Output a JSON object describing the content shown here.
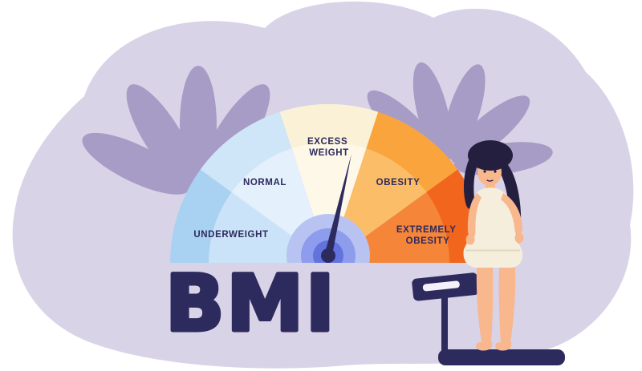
{
  "title": {
    "text": "BMI"
  },
  "gauge": {
    "segments": [
      {
        "label": "UNDERWEIGHT",
        "line1": "UNDERWEIGHT",
        "outer_color": "#a9d1f1",
        "inner_color": "#cbe3f8"
      },
      {
        "label": "NORMAL",
        "line1": "NORMAL",
        "outer_color": "#cfe6f9",
        "inner_color": "#e4f1fc"
      },
      {
        "label": "EXCESS WEIGHT",
        "line1": "EXCESS",
        "line2": "WEIGHT",
        "outer_color": "#fbf1d6",
        "inner_color": "#fdf8e8"
      },
      {
        "label": "OBESITY",
        "line1": "OBESITY",
        "outer_color": "#f9a43c",
        "inner_color": "#fbbd68"
      },
      {
        "label": "EXTREMELY OBESITY",
        "line1": "EXTREMELY",
        "line2": "OBESITY",
        "outer_color": "#f2651d",
        "inner_color": "#f58539"
      }
    ],
    "label_color": "#2d2a5e",
    "hub_colors": [
      "#b8c3f2",
      "#8d9cec",
      "#6273de"
    ],
    "needle": {
      "color": "#2d2a5e",
      "points_to": "EXCESS WEIGHT",
      "angle_deg_from_vertical": 13
    }
  },
  "colors": {
    "canvas": "#ffffff",
    "blob": "#d9d3e8",
    "leaf": "#a79cc6",
    "navy": "#2d2a5e",
    "skin": "#f8b78d",
    "hair": "#251f3f",
    "outfit": "#f5eedd",
    "outfit_shadow": "#e3d7bd",
    "screen": "#f4f1fa"
  }
}
